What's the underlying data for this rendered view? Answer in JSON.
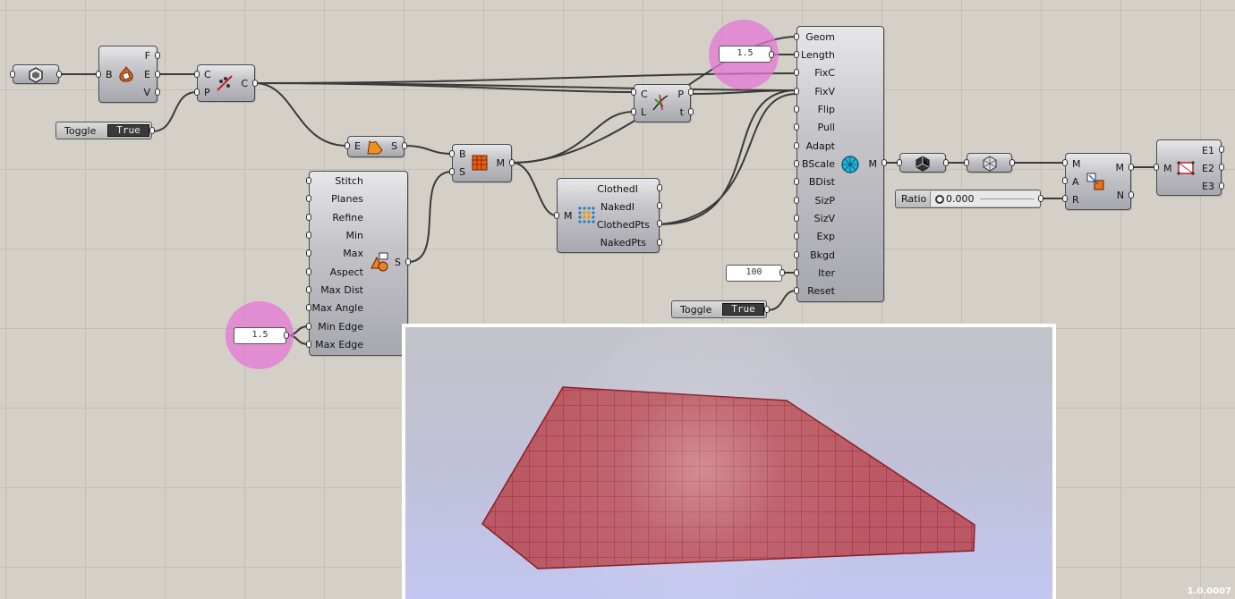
{
  "canvas": {
    "version": "1.0.0007",
    "colors": {
      "background": "#d4d0c8",
      "grid": "#c2beb6",
      "highlight": "#e478d4",
      "mesh_fill": "#b8464f",
      "mesh_line": "#a01e2a"
    }
  },
  "nodes": {
    "geometry_param": {
      "icon": "hexagon-param-icon"
    },
    "explode": {
      "inputs": [
        "B"
      ],
      "outputs": [
        "F",
        "E",
        "V"
      ],
      "icon": "explode-brep-icon"
    },
    "curve_join": {
      "inputs": [
        "C",
        "P"
      ],
      "outputs": [
        "C"
      ],
      "icon": "join-curves-icon"
    },
    "toggle_1": {
      "label": "Toggle",
      "value": "True"
    },
    "edges": {
      "inputs": [
        "E"
      ],
      "outputs": [
        "S"
      ],
      "icon": "edge-surface-icon"
    },
    "mesh_brep": {
      "inputs": [
        "B",
        "S"
      ],
      "outputs": [
        "M"
      ],
      "icon": "mesh-brep-icon"
    },
    "mesh_settings": {
      "inputs": [
        "Stitch",
        "Planes",
        "Refine",
        "Min",
        "Max",
        "Aspect",
        "Max Dist",
        "Max Angle",
        "Min Edge",
        "Max Edge"
      ],
      "outputs": [
        "S"
      ],
      "icon": "mesh-settings-icon"
    },
    "number_min_edge": {
      "value": "1.5"
    },
    "curve_closest": {
      "inputs": [
        "C",
        "L"
      ],
      "outputs": [
        "P",
        "t"
      ],
      "icon": "curve-point-icon"
    },
    "clothed": {
      "inputs": [
        "M"
      ],
      "outputs": [
        "ClothedI",
        "NakedI",
        "ClothedPts",
        "NakedPts"
      ],
      "icon": "clothed-points-icon"
    },
    "number_length": {
      "value": "1.5"
    },
    "kangaroo_mesh_machine": {
      "inputs": [
        "Geom",
        "Length",
        "FixC",
        "FixV",
        "Flip",
        "Pull",
        "Adapt",
        "BScale",
        "BDist",
        "SizP",
        "SizV",
        "Exp",
        "Bkgd",
        "Iter",
        "Reset"
      ],
      "outputs": [
        "M"
      ],
      "icon": "mesh-machine-icon"
    },
    "number_iter": {
      "value": "100"
    },
    "toggle_2": {
      "label": "Toggle",
      "value": "True"
    },
    "mesh_param": {
      "icon": "mesh-param-icon"
    },
    "weld_param": {
      "icon": "weld-mesh-icon"
    },
    "offset_mesh": {
      "inputs": [
        "M",
        "A",
        "R"
      ],
      "outputs": [
        "M",
        "N"
      ],
      "icon": "offset-mesh-icon"
    },
    "ratio_slider": {
      "label": "Ratio",
      "value": "0.000"
    },
    "mesh_edges": {
      "inputs": [
        "M"
      ],
      "outputs": [
        "E1",
        "E2",
        "E3"
      ],
      "icon": "mesh-edges-icon"
    }
  }
}
